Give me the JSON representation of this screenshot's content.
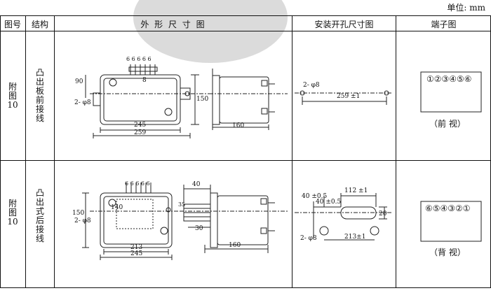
{
  "unit": "单位: mm",
  "headers": {
    "fig_no": "图号",
    "structure": "结构",
    "outline": "外 形 尺 寸 图",
    "cutout": "安装开孔尺寸图",
    "terminal": "端子图"
  },
  "rows": [
    {
      "fig_no_chars": [
        "附",
        "图",
        "10"
      ],
      "structure_chars": [
        "凸",
        "出",
        "板",
        "前",
        "接",
        "线"
      ],
      "dims": {
        "top_pins": "6 6 6 6 6",
        "d90": "90",
        "d8": "8",
        "d150": "150",
        "hole": "2- φ8",
        "d245": "245",
        "d259": "259",
        "d160": "160"
      },
      "cutout": {
        "hole": "2- φ8",
        "d259": "259 ±1"
      },
      "terminal_sequence": "①②③④⑤⑥",
      "view_label": "（前 视）"
    },
    {
      "fig_no_chars": [
        "附",
        "图",
        "10"
      ],
      "structure_chars": [
        "凸",
        "出",
        "式",
        "后",
        "接",
        "线"
      ],
      "dims": {
        "top_pins": "6 6 6 6 6",
        "d40": "40",
        "d140": "140",
        "d150": "150",
        "hole": "2- φ8",
        "d213": "213",
        "d245": "245",
        "d30": "30",
        "d35": "35",
        "d160": "160"
      },
      "cutout": {
        "d112": "112 ±1",
        "d40v": "40 ±0.5",
        "d40h": "40 ±0.5",
        "d20": "20",
        "hole": "2- φ8",
        "d213": "213±1"
      },
      "terminal_sequence": "⑥⑤④③②①",
      "view_label": "（背 视）"
    }
  ]
}
